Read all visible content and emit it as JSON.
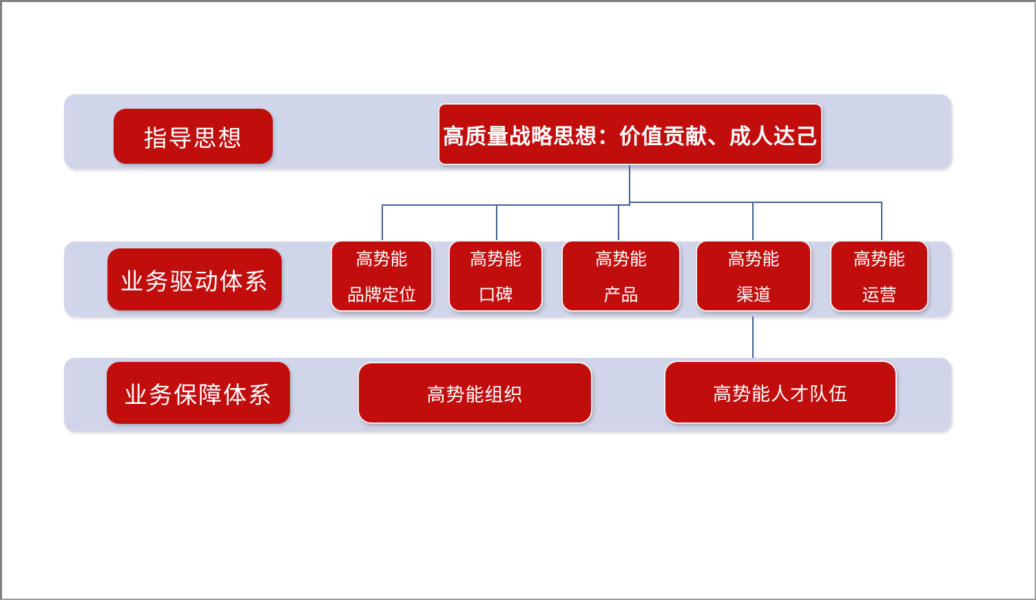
{
  "colors": {
    "box_red": "#c20d0d",
    "band_lavender": "#d0d5e9",
    "connector_blue": "#3f5e8f",
    "text_white": "#ffffff",
    "frame_gray": "#7f7f7f"
  },
  "diagram": {
    "row1": {
      "label": "指导思想",
      "title": "高质量战略思想：价值贡献、成人达己"
    },
    "row2": {
      "label": "业务驱动体系",
      "boxes": [
        {
          "line1": "高势能",
          "line2": "品牌定位"
        },
        {
          "line1": "高势能",
          "line2": "口碑"
        },
        {
          "line1": "高势能",
          "line2": "产品"
        },
        {
          "line1": "高势能",
          "line2": "渠道"
        },
        {
          "line1": "高势能",
          "line2": "运营"
        }
      ]
    },
    "row3": {
      "label": "业务保障体系",
      "boxes": [
        "高势能组织",
        "高势能人才队伍"
      ]
    }
  }
}
